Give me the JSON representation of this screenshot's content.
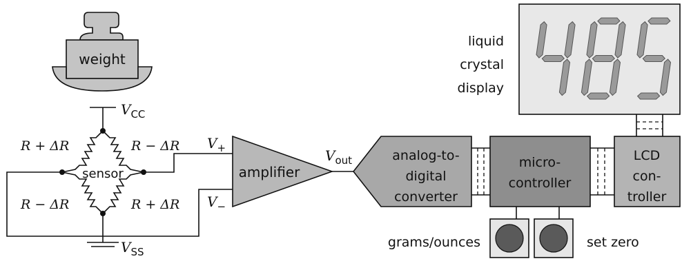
{
  "weight": {
    "label": "weight"
  },
  "sensor": {
    "label": "sensor"
  },
  "bridge": {
    "top_left": "R + ΔR",
    "top_right": "R − ΔR",
    "bottom_left": "R − ΔR",
    "bottom_right": "R + ΔR"
  },
  "supply": {
    "vcc_main": "V",
    "vcc_sub": "CC",
    "vss_main": "V",
    "vss_sub": "SS"
  },
  "amplifier": {
    "label": "amplifier",
    "vplus_main": "V",
    "vplus_sub": "+",
    "vminus_main": "V",
    "vminus_sub": "−",
    "vout_main": "V",
    "vout_sub": "out"
  },
  "adc": {
    "line1": "analog-to-",
    "line2": "digital",
    "line3": "converter"
  },
  "micro": {
    "line1": "micro-",
    "line2": "controller"
  },
  "lcd_controller": {
    "line1": "LCD",
    "line2": "con-",
    "line3": "troller"
  },
  "lcd": {
    "label1": "liquid",
    "label2": "crystal",
    "label3": "display",
    "digits": "485"
  },
  "buttons": {
    "left_label": "grams/ounces",
    "right_label": "set zero"
  },
  "colors": {
    "block_fill": "#b0b0b0",
    "block_dark": "#8e8e8e",
    "display_bg": "#e8e8e8",
    "segment": "#9a9a9a",
    "button": "#5a5a5a"
  }
}
